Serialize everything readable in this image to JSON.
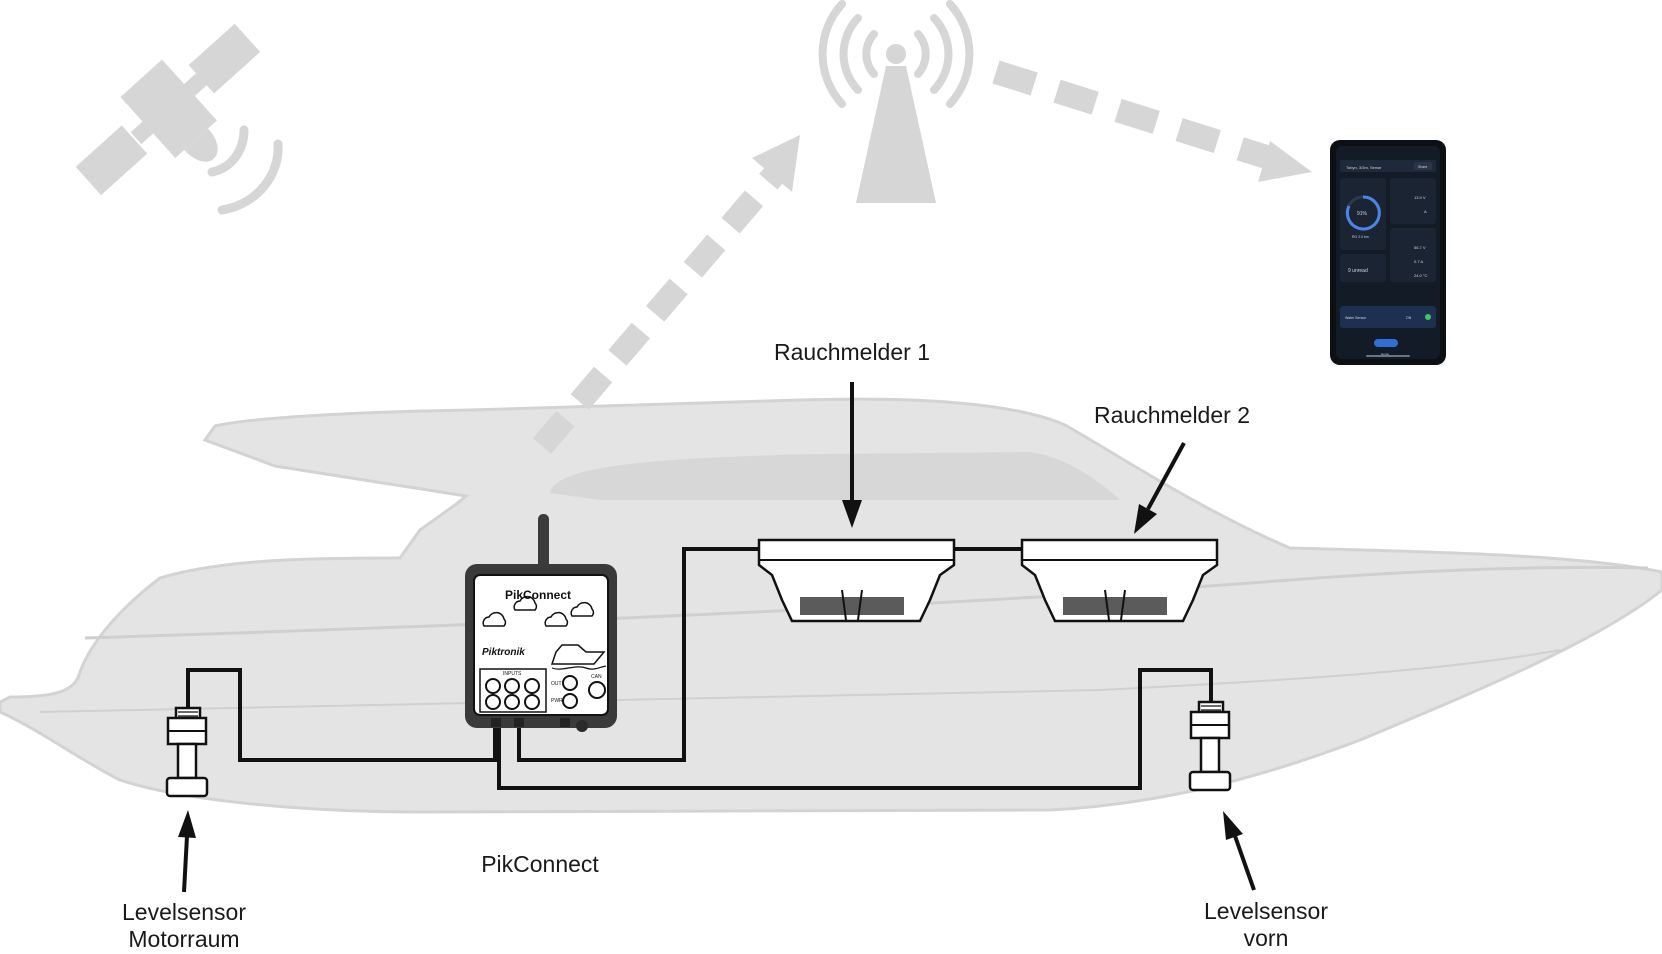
{
  "labels": {
    "smoke_1": "Rauchmelder 1",
    "smoke_2": "Rauchmelder 2",
    "device": "PikConnect",
    "level_engine": [
      "Levelsensor",
      "Motorraum"
    ],
    "level_front": [
      "Levelsensor",
      "vorn"
    ]
  },
  "device": {
    "brand": "PikConnect",
    "maker": "Piktronik",
    "inputs_label": "INPUTS",
    "out_label": "OUT",
    "pwr_label": "PWR",
    "can_label": "CAN"
  },
  "phone": {
    "header": "Tobyn, 3/3m, Sense",
    "header_button": "Share",
    "gauge_value": "91%",
    "gauge_sub": "RO 2.0 km",
    "values": [
      "13.9 V",
      "A",
      "56.7 V",
      "0.7 A",
      "24.0 °C"
    ],
    "alerts_label": "9 unread",
    "row_label": "Water Sensor",
    "row_value": "ON",
    "nav_label": "Home"
  },
  "colors": {
    "boat": "#e4e4e4",
    "boat_outline": "#d2d2d2",
    "signal": "#d6d6d6",
    "cable": "#111111",
    "phone_bg": "#131b27",
    "phone_accent": "#2f6fd6",
    "status_green": "#3fc46b"
  }
}
